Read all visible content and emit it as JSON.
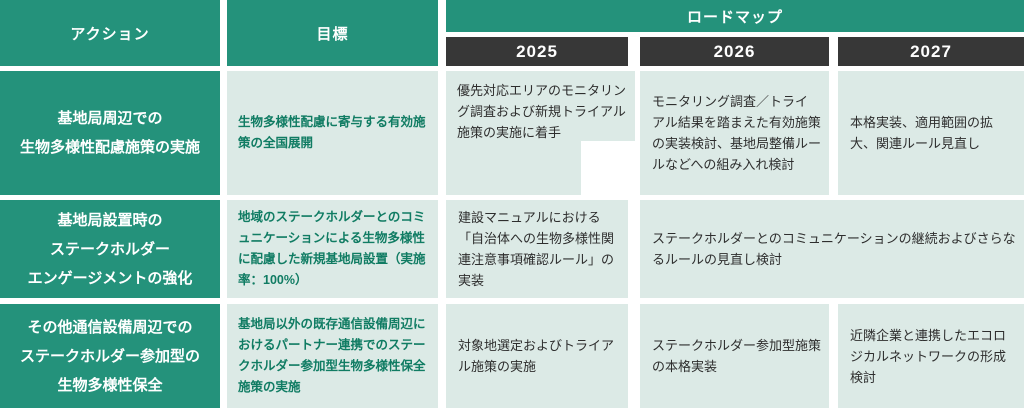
{
  "header": {
    "action": "アクション",
    "goal": "目標",
    "roadmap": "ロードマップ",
    "years": [
      "2025",
      "2026",
      "2027"
    ]
  },
  "rows": [
    {
      "action": "基地局周辺での\n生物多様性配慮施策の実施",
      "goal": "生物多様性配慮に寄与する有効施策の全国展開",
      "y2025": "優先対応エリアのモニタリング調査および新規トライアル施策の実施に着手",
      "y2026": "モニタリング調査／トライアル結果を踏まえた有効施策の実装検討、基地局整備ルールなどへの組み入れ検討",
      "y2027": "本格実装、適用範囲の拡大、関連ルール見直し"
    },
    {
      "action": "基地局設置時の\nステークホルダー\nエンゲージメントの強化",
      "goal": "地域のステークホルダーとのコミュニケーションによる生物多様性に配慮した新規基地局設置（実施率：100%）",
      "y2025": "建設マニュアルにおける「自治体への生物多様性関連注意事項確認ルール」の実装",
      "y2026_27": "ステークホルダーとのコミュニケーションの継続およびさらなるルールの見直し検討"
    },
    {
      "action": "その他通信設備周辺での\nステークホルダー参加型の\n生物多様性保全",
      "goal": "基地局以外の既存通信設備周辺におけるパートナー連携でのステークホルダー参加型生物多様性保全施策の実施",
      "y2025": "対象地選定およびトライアル施策の実施",
      "y2026": "ステークホルダー参加型施策の本格実装",
      "y2027": "近隣企業と連携したエコロジカルネットワークの形成検討"
    }
  ],
  "colors": {
    "teal": "#24927B",
    "dark_header": "#373737",
    "light_cell": "#DCEAE6",
    "goal_text": "#107C63",
    "body_text": "#2E2E2E",
    "gap": "#FFFFFF"
  }
}
